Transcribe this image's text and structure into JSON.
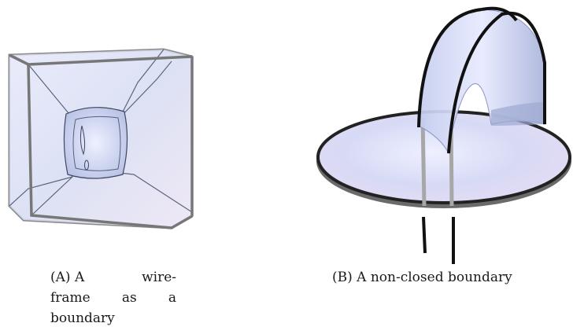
{
  "figure": {
    "panels": [
      {
        "id": "a",
        "tag": "(A)",
        "caption_lines": [
          [
            "A",
            "wire-"
          ],
          [
            "frame",
            "as",
            "a"
          ],
          [
            "boundary"
          ]
        ],
        "illustration": "cube wireframe soap film"
      },
      {
        "id": "b",
        "tag": "(B)",
        "caption": "A non-closed boundary",
        "illustration": "disk with arch soap film"
      }
    ],
    "colors": {
      "film": "#d9dcf4",
      "film_edge": "#9aa3c9",
      "frame": "#777777",
      "wire": "#111111"
    }
  }
}
